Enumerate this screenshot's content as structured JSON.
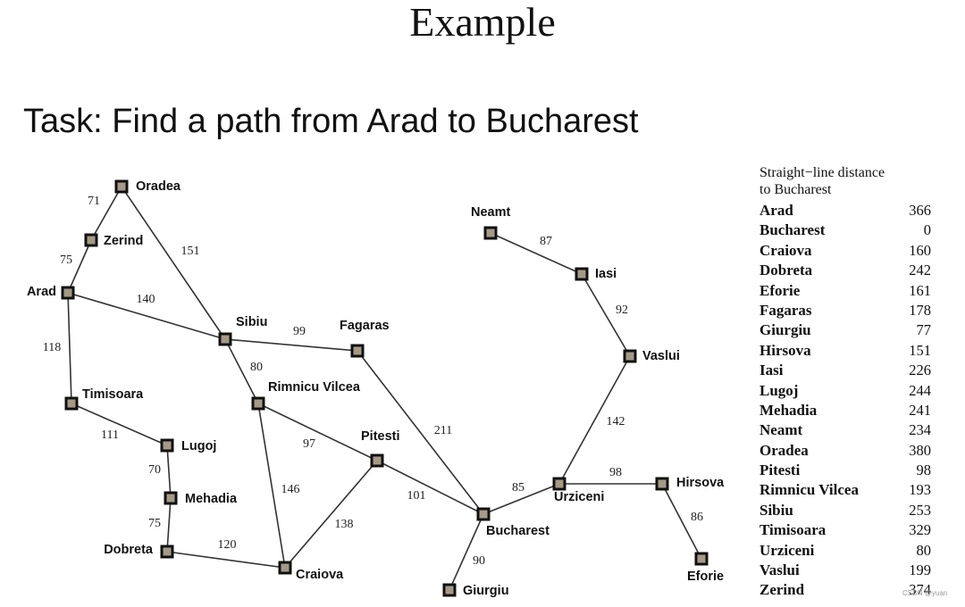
{
  "title": "Example",
  "task": "Task: Find a path from Arad to Bucharest",
  "cities": [
    {
      "id": "oradea",
      "name": "Oradea"
    },
    {
      "id": "zerind",
      "name": "Zerind"
    },
    {
      "id": "arad",
      "name": "Arad"
    },
    {
      "id": "sibiu",
      "name": "Sibiu"
    },
    {
      "id": "fagaras",
      "name": "Fagaras"
    },
    {
      "id": "timisoara",
      "name": "Timisoara"
    },
    {
      "id": "rimnicu",
      "name": "Rimnicu Vilcea"
    },
    {
      "id": "lugoj",
      "name": "Lugoj"
    },
    {
      "id": "mehadia",
      "name": "Mehadia"
    },
    {
      "id": "dobreta",
      "name": "Dobreta"
    },
    {
      "id": "craiova",
      "name": "Craiova"
    },
    {
      "id": "pitesti",
      "name": "Pitesti"
    },
    {
      "id": "bucharest",
      "name": "Bucharest"
    },
    {
      "id": "giurgiu",
      "name": "Giurgiu"
    },
    {
      "id": "urziceni",
      "name": "Urziceni"
    },
    {
      "id": "hirsova",
      "name": "Hirsova"
    },
    {
      "id": "eforie",
      "name": "Eforie"
    },
    {
      "id": "vaslui",
      "name": "Vaslui"
    },
    {
      "id": "iasi",
      "name": "Iasi"
    },
    {
      "id": "neamt",
      "name": "Neamt"
    }
  ],
  "roads": [
    {
      "from": "oradea",
      "to": "zerind",
      "distance": 71
    },
    {
      "from": "zerind",
      "to": "arad",
      "distance": 75
    },
    {
      "from": "oradea",
      "to": "sibiu",
      "distance": 151
    },
    {
      "from": "arad",
      "to": "sibiu",
      "distance": 140
    },
    {
      "from": "arad",
      "to": "timisoara",
      "distance": 118
    },
    {
      "from": "sibiu",
      "to": "fagaras",
      "distance": 99
    },
    {
      "from": "sibiu",
      "to": "rimnicu",
      "distance": 80
    },
    {
      "from": "timisoara",
      "to": "lugoj",
      "distance": 111
    },
    {
      "from": "lugoj",
      "to": "mehadia",
      "distance": 70
    },
    {
      "from": "mehadia",
      "to": "dobreta",
      "distance": 75
    },
    {
      "from": "dobreta",
      "to": "craiova",
      "distance": 120
    },
    {
      "from": "rimnicu",
      "to": "craiova",
      "distance": 146
    },
    {
      "from": "rimnicu",
      "to": "pitesti",
      "distance": 97
    },
    {
      "from": "craiova",
      "to": "pitesti",
      "distance": 138
    },
    {
      "from": "pitesti",
      "to": "bucharest",
      "distance": 101
    },
    {
      "from": "fagaras",
      "to": "bucharest",
      "distance": 211
    },
    {
      "from": "bucharest",
      "to": "giurgiu",
      "distance": 90
    },
    {
      "from": "bucharest",
      "to": "urziceni",
      "distance": 85
    },
    {
      "from": "urziceni",
      "to": "hirsova",
      "distance": 98
    },
    {
      "from": "hirsova",
      "to": "eforie",
      "distance": 86
    },
    {
      "from": "urziceni",
      "to": "vaslui",
      "distance": 142
    },
    {
      "from": "vaslui",
      "to": "iasi",
      "distance": 92
    },
    {
      "from": "iasi",
      "to": "neamt",
      "distance": 87
    }
  ],
  "sld_table": {
    "heading_line1": "Straight−line distance",
    "heading_line2": "to Bucharest",
    "rows": [
      {
        "city": "Arad",
        "value": "366"
      },
      {
        "city": "Bucharest",
        "value": "0"
      },
      {
        "city": "Craiova",
        "value": "160"
      },
      {
        "city": "Dobreta",
        "value": "242"
      },
      {
        "city": "Eforie",
        "value": "161"
      },
      {
        "city": "Fagaras",
        "value": "178"
      },
      {
        "city": "Giurgiu",
        "value": "77"
      },
      {
        "city": "Hirsova",
        "value": "151"
      },
      {
        "city": "Iasi",
        "value": "226"
      },
      {
        "city": "Lugoj",
        "value": "244"
      },
      {
        "city": "Mehadia",
        "value": "241"
      },
      {
        "city": "Neamt",
        "value": "234"
      },
      {
        "city": "Oradea",
        "value": "380"
      },
      {
        "city": "Pitesti",
        "value": "98"
      },
      {
        "city": "Rimnicu Vilcea",
        "value": "193"
      },
      {
        "city": "Sibiu",
        "value": "253"
      },
      {
        "city": "Timisoara",
        "value": "329"
      },
      {
        "city": "Urziceni",
        "value": "80"
      },
      {
        "city": "Vaslui",
        "value": "199"
      },
      {
        "city": "Zerind",
        "value": "374"
      }
    ]
  },
  "watermark": "CSDN @yuan"
}
